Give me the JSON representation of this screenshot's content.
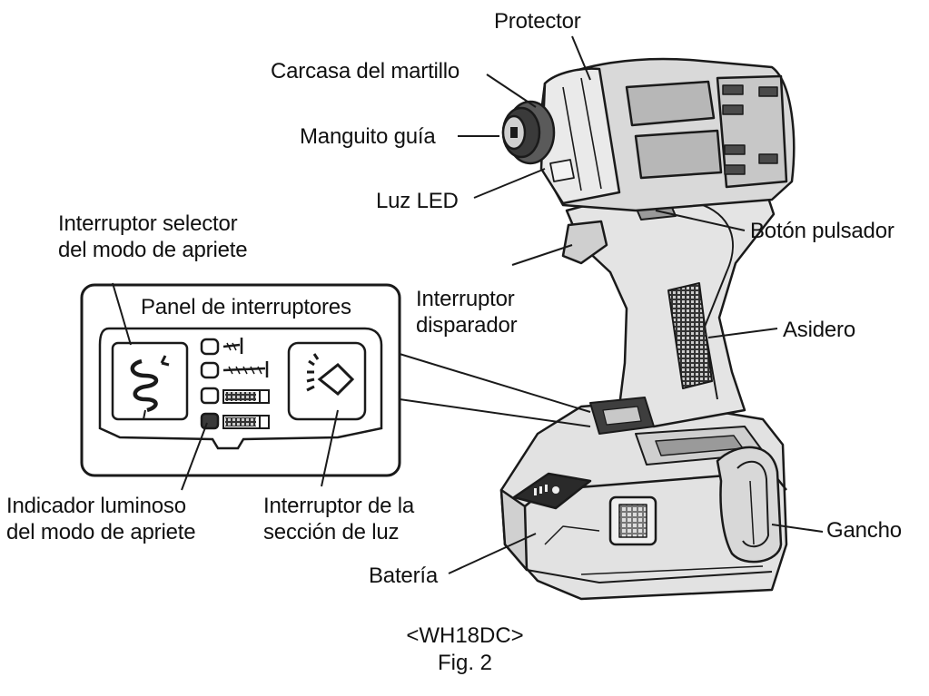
{
  "figure": {
    "model": "<WH18DC>",
    "caption": "Fig. 2"
  },
  "labels": {
    "protector": "Protector",
    "hammer_case": "Carcasa del martillo",
    "guide_sleeve": "Manguito guía",
    "led_light": "Luz LED",
    "push_button": "Botón pulsador",
    "trigger_switch": [
      "Interruptor",
      "disparador"
    ],
    "grip": "Asidero",
    "hook": "Gancho",
    "battery": "Batería",
    "tightening_selector": [
      "Interruptor selector",
      "del modo de apriete"
    ],
    "tightening_indicator": [
      "Indicador luminoso",
      "del modo de apriete"
    ],
    "light_section_switch": [
      "Interruptor de la",
      "sección de luz"
    ]
  },
  "switch_panel": {
    "title": "Panel de interruptores",
    "indicator_count": 4,
    "active_indicator_index": 3
  },
  "colors": {
    "line": "#1a1a1a",
    "body_fill": "#e6e6e6",
    "dark_fill": "#4a4a4a",
    "mid_fill": "#b5b5b5"
  }
}
